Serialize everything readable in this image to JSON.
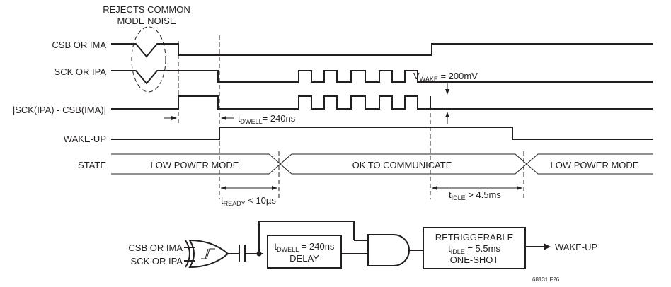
{
  "annotation_noise": [
    "REJECTS COMMON",
    "MODE NOISE"
  ],
  "signals": {
    "csb": "CSB OR IMA",
    "sck": "SCK OR IPA",
    "diff": "|SCK(IPA) - CSB(IMA)|",
    "wake": "WAKE-UP",
    "state": "STATE"
  },
  "states": [
    "LOW POWER MODE",
    "OK TO COMMUNICATE",
    "LOW POWER MODE"
  ],
  "timings": {
    "dwell": {
      "sym": "t",
      "sub": "DWELL",
      "val": "= 240ns"
    },
    "ready": {
      "sym": "t",
      "sub": "READY",
      "val": " < 10µs"
    },
    "idle": {
      "sym": "t",
      "sub": "IDLE",
      "val": " > 4.5ms"
    },
    "vwake": {
      "sym": "V",
      "sub": "WAKE",
      "val": " = 200mV"
    }
  },
  "circuit": {
    "input_a": "CSB OR IMA",
    "input_b": "SCK OR IPA",
    "delay": {
      "sym": "t",
      "sub": "DWELL",
      "val": " = 240ns",
      "line2": "DELAY"
    },
    "oneshot": {
      "line1": "RETRIGGERABLE",
      "sym": "t",
      "sub": "IDLE",
      "val": " = 5.5ms",
      "line3": "ONE-SHOT"
    },
    "output": "WAKE-UP"
  },
  "fig_id": "68131 F26"
}
